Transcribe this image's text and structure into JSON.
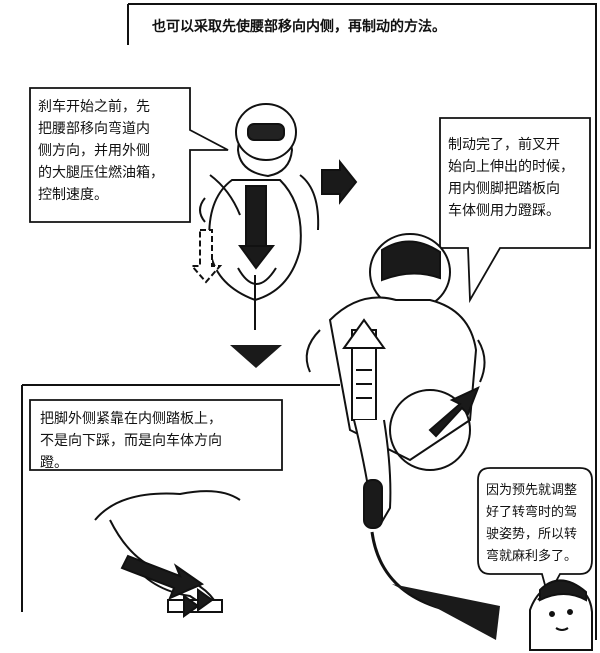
{
  "page": {
    "title": "也可以采取先使腰部移向内侧，再制动的方法。"
  },
  "bubbles": {
    "top_left": "刹车开始之前，先\n把腰部移向弯道内\n侧方向，并用外侧\n的大腿压住燃油箱，\n控制速度。",
    "top_right": "制动完了，前叉开\n始向上伸出的时候，\n用内侧脚把踏板向\n车体侧用力蹬踩。",
    "bottom_left": "把脚外侧紧靠在内侧踏板上，\n不是向下踩，而是向车体方向\n蹬。",
    "bottom_right": "因为预先就调整\n好了转弯时的驾\n驶姿势，所以转\n弯就麻利多了。"
  },
  "colors": {
    "ink": "#111111",
    "paper": "#ffffff",
    "arrow": "#1a1a1a"
  }
}
